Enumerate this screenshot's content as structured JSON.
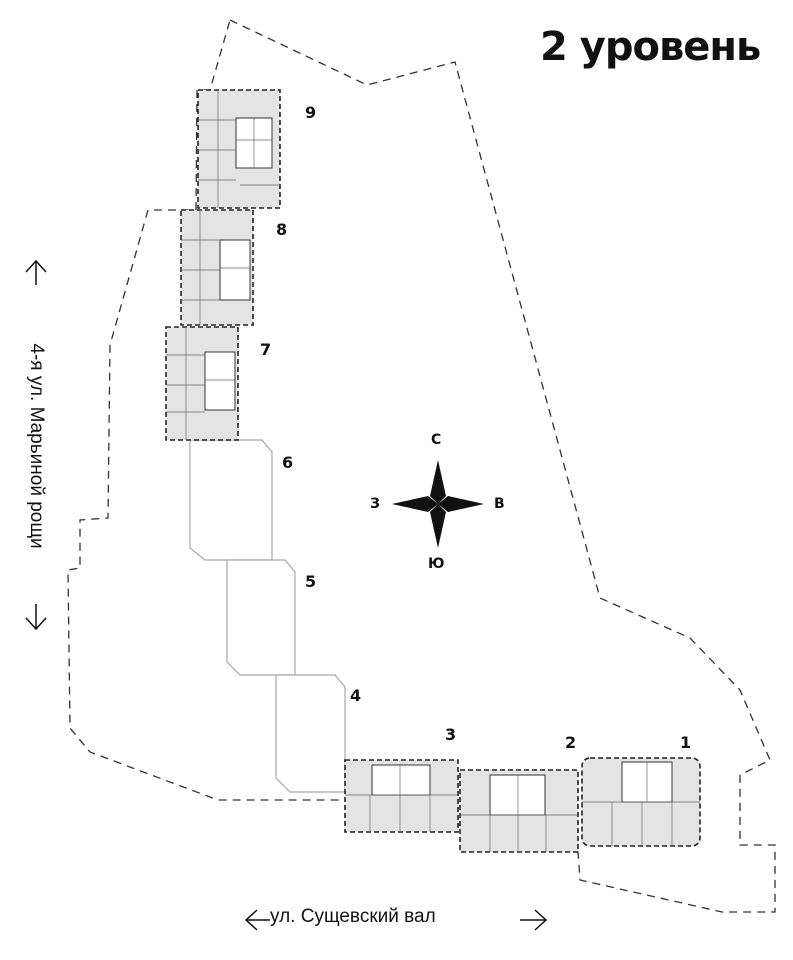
{
  "level_title": "2 уровень",
  "streets": {
    "bottom": "ул. Сущевский вал",
    "left": "4-я ул. Марьиной рощи"
  },
  "compass": {
    "north": "С",
    "south": "Ю",
    "west": "З",
    "east": "В"
  },
  "buildings": [
    {
      "number": "1"
    },
    {
      "number": "2"
    },
    {
      "number": "3"
    },
    {
      "number": "4"
    },
    {
      "number": "5"
    },
    {
      "number": "6"
    },
    {
      "number": "7"
    },
    {
      "number": "8"
    },
    {
      "number": "9"
    }
  ],
  "colors": {
    "boundary": "#333333",
    "building_outline": "#9e9e9e",
    "plan_fill": "#e4e4e4",
    "text": "#111111"
  }
}
